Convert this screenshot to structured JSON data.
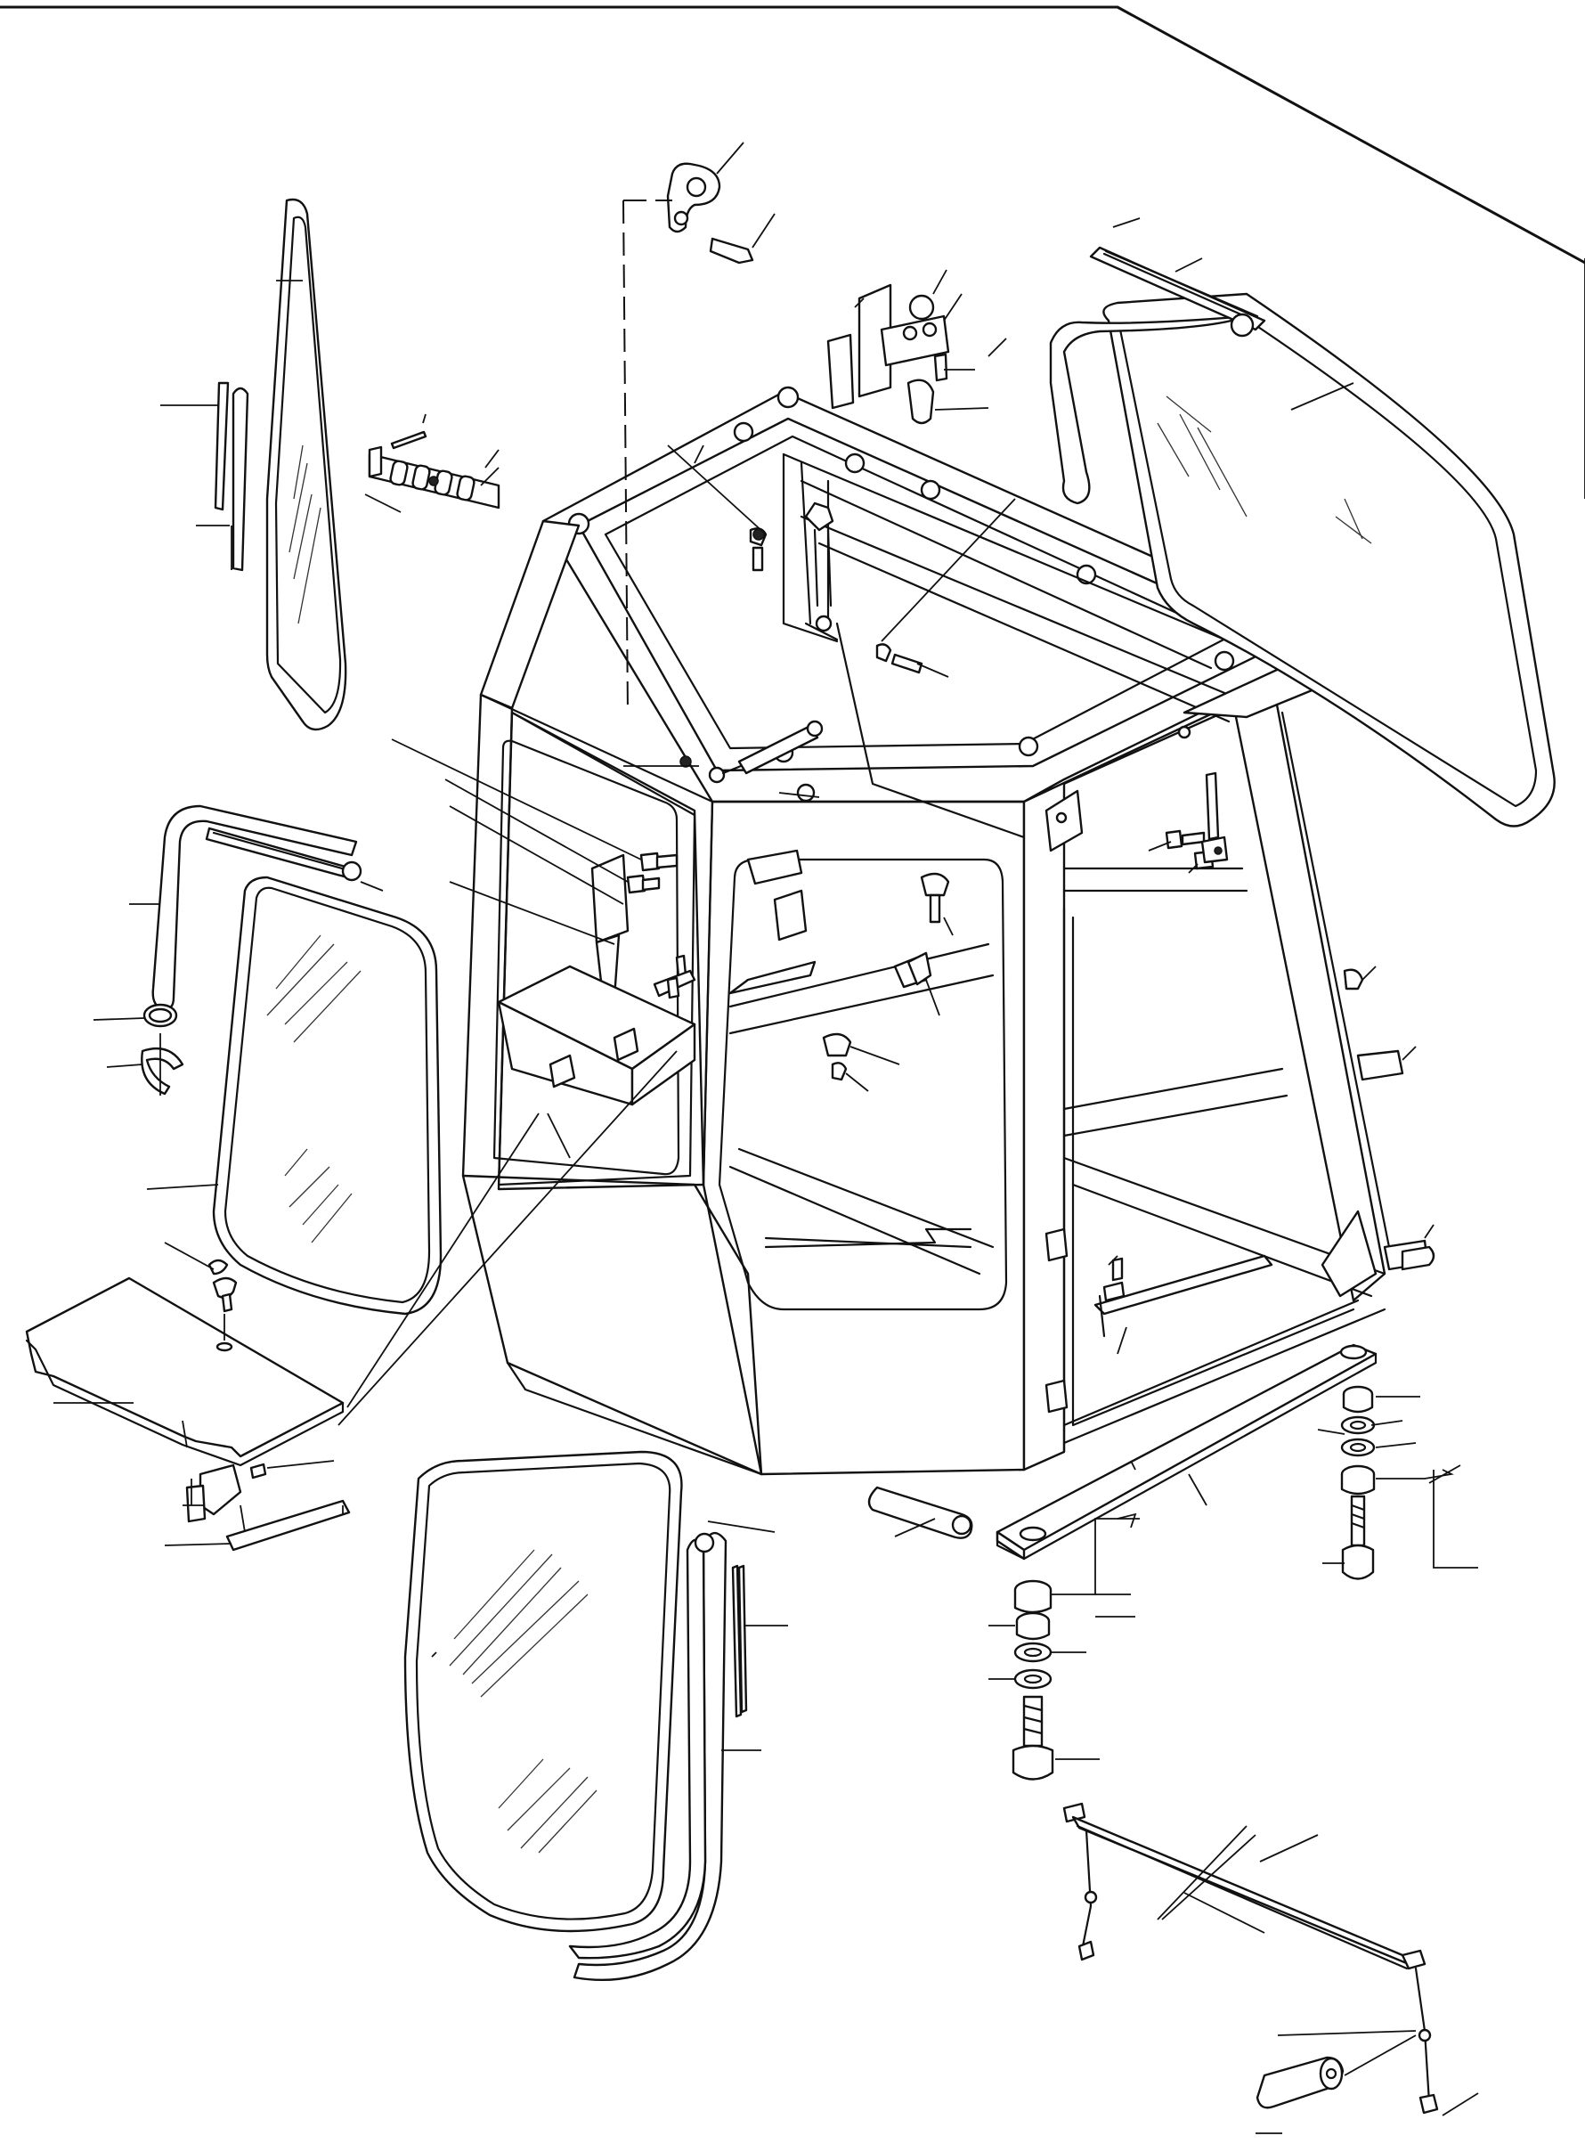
{
  "figure": {
    "kind": "exploded parts diagram",
    "printed_text": []
  },
  "parts": [
    {
      "id": "cab-frame",
      "icon": "cab-frame"
    },
    {
      "id": "left-side-glass",
      "icon": "glass-panel"
    },
    {
      "id": "left-rear-glass",
      "icon": "glass-panel"
    },
    {
      "id": "roof-glass",
      "icon": "glass-panel"
    },
    {
      "id": "front-door-glass",
      "icon": "glass-panel"
    },
    {
      "id": "floor-plate",
      "icon": "plate"
    },
    {
      "id": "rear-mount-bar",
      "icon": "bar"
    },
    {
      "id": "front-stay-bar",
      "icon": "bar"
    },
    {
      "id": "mount-bolt-stack-right",
      "icon": "bolt-stack"
    },
    {
      "id": "mount-bolt-stack-left",
      "icon": "bolt-stack"
    },
    {
      "id": "door-latch",
      "icon": "latch"
    },
    {
      "id": "vent-grille",
      "icon": "grille"
    },
    {
      "id": "weather-strip",
      "icon": "rubber-seal"
    }
  ]
}
